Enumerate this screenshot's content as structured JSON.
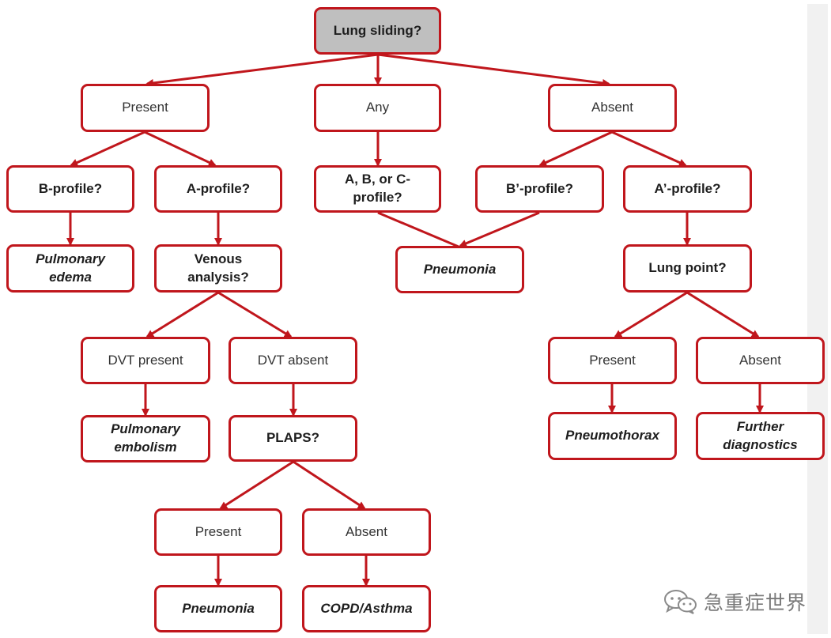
{
  "diagram": {
    "root": "Lung sliding?",
    "level1": {
      "present": "Present",
      "any": "Any",
      "absent": "Absent"
    },
    "present_branch": {
      "b_profile": "B-profile?",
      "a_profile": "A-profile?",
      "pulmonary_edema": "Pulmonary edema",
      "venous_analysis": "Venous analysis?",
      "dvt_present": "DVT present",
      "dvt_absent": "DVT absent",
      "pulmonary_embolism": "Pulmonary embolism",
      "plaps": "PLAPS?",
      "plaps_present": "Present",
      "plaps_absent": "Absent",
      "pneumonia": "Pneumonia",
      "copd_asthma": "COPD/Asthma"
    },
    "any_branch": {
      "abc_profile": "A, B, or C-profile?",
      "pneumonia": "Pneumonia"
    },
    "absent_branch": {
      "b_prime_profile": "B’-profile?",
      "a_prime_profile": "A’-profile?",
      "lung_point": "Lung point?",
      "lp_present": "Present",
      "lp_absent": "Absent",
      "pneumothorax": "Pneumothorax",
      "further_diagnostics": "Further diagnostics"
    }
  },
  "colors": {
    "border": "#c0161c",
    "arrow": "#c0161c",
    "root_fill": "#bfbfbf"
  },
  "watermark": {
    "text": "急重症世界",
    "icon": "wechat-icon"
  }
}
